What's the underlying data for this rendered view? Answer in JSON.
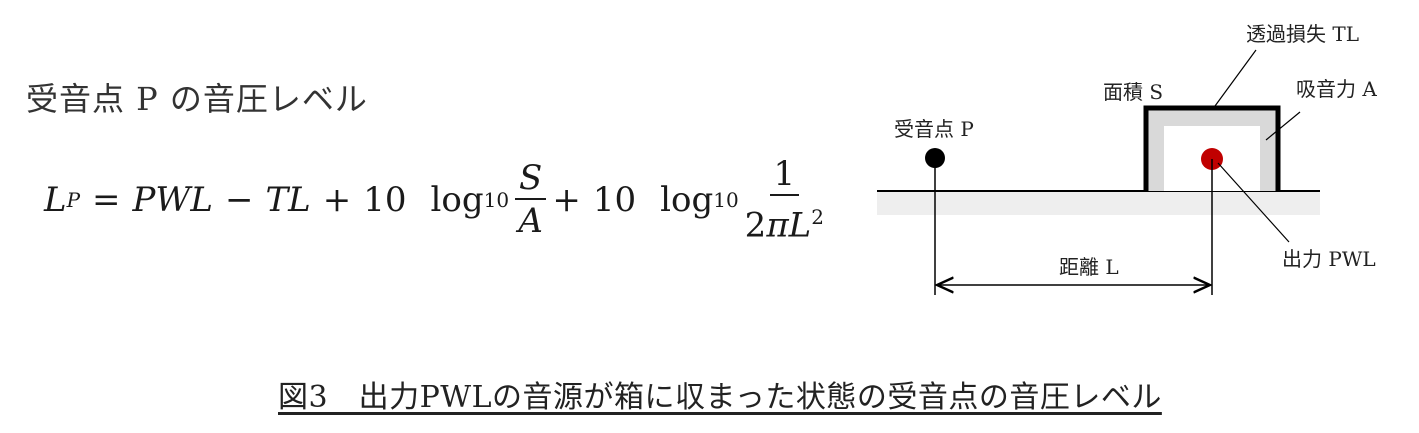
{
  "heading": "受音点 P の音圧レベル",
  "formula": {
    "lhs": "L",
    "lhs_sub": "P",
    "eq": "=",
    "t1": "PWL",
    "op1": "−",
    "t2": "TL",
    "op2": "+",
    "coef1": "10",
    "log1": "log",
    "log1_sub": "10",
    "frac1_num": "S",
    "frac1_den": "A",
    "op3": "+",
    "coef2": "10",
    "log2": "log",
    "log2_sub": "10",
    "frac2_num": "1",
    "frac2_den_a": "2",
    "frac2_den_b": "π",
    "frac2_den_c": "L",
    "frac2_den_exp": "2"
  },
  "diagram": {
    "label_receiver": "受音点 P",
    "label_area": "面積 S",
    "label_transmission_loss": "透過損失 TL",
    "label_absorption": "吸音力 A",
    "label_power": "出力 PWL",
    "label_distance": "距離 L",
    "colors": {
      "source": "#c00000",
      "receiver": "#000000",
      "ground": "#eeeeee",
      "lining": "#d9d9d9"
    }
  },
  "caption": "図3　出力PWLの音源が箱に収まった状態の受音点の音圧レベル"
}
